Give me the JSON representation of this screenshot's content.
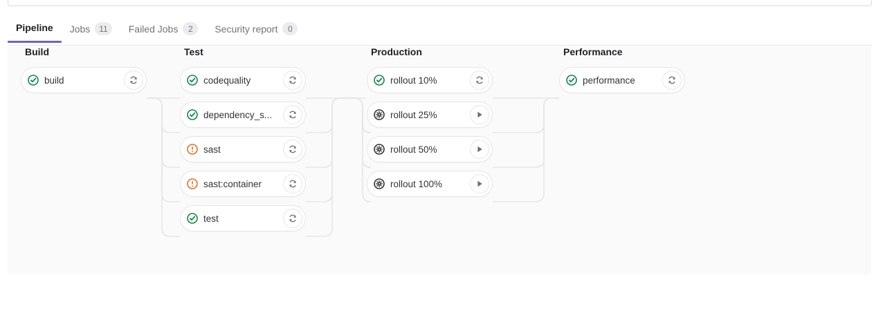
{
  "tabs": [
    {
      "label": "Pipeline",
      "badge": null,
      "active": true
    },
    {
      "label": "Jobs",
      "badge": "11",
      "active": false
    },
    {
      "label": "Failed Jobs",
      "badge": "2",
      "active": false
    },
    {
      "label": "Security report",
      "badge": "0",
      "active": false
    }
  ],
  "colors": {
    "active_tab_underline": "#6666c4",
    "status_success": "#108548",
    "status_warning": "#e17223",
    "status_manual": "#333238",
    "panel_background": "#fafafa",
    "connector": "#e6e6e6"
  },
  "stages": [
    {
      "title": "Build",
      "jobs": [
        {
          "name": "build",
          "status": "success",
          "status_icon": "status-success-icon",
          "action": "retry",
          "action_icon": "retry-icon"
        }
      ]
    },
    {
      "title": "Test",
      "jobs": [
        {
          "name": "codequality",
          "status": "success",
          "status_icon": "status-success-icon",
          "action": "retry",
          "action_icon": "retry-icon"
        },
        {
          "name": "dependency_s...",
          "status": "success",
          "status_icon": "status-success-icon",
          "action": "retry",
          "action_icon": "retry-icon"
        },
        {
          "name": "sast",
          "status": "warning",
          "status_icon": "status-warning-icon",
          "action": "retry",
          "action_icon": "retry-icon"
        },
        {
          "name": "sast:container",
          "status": "warning",
          "status_icon": "status-warning-icon",
          "action": "retry",
          "action_icon": "retry-icon"
        },
        {
          "name": "test",
          "status": "success",
          "status_icon": "status-success-icon",
          "action": "retry",
          "action_icon": "retry-icon"
        }
      ]
    },
    {
      "title": "Production",
      "jobs": [
        {
          "name": "rollout 10%",
          "status": "success",
          "status_icon": "status-success-icon",
          "action": "retry",
          "action_icon": "retry-icon"
        },
        {
          "name": "rollout 25%",
          "status": "manual",
          "status_icon": "status-manual-icon",
          "action": "play",
          "action_icon": "play-icon"
        },
        {
          "name": "rollout 50%",
          "status": "manual",
          "status_icon": "status-manual-icon",
          "action": "play",
          "action_icon": "play-icon"
        },
        {
          "name": "rollout 100%",
          "status": "manual",
          "status_icon": "status-manual-icon",
          "action": "play",
          "action_icon": "play-icon"
        }
      ]
    },
    {
      "title": "Performance",
      "jobs": [
        {
          "name": "performance",
          "status": "success",
          "status_icon": "status-success-icon",
          "action": "retry",
          "action_icon": "retry-icon"
        }
      ]
    }
  ]
}
